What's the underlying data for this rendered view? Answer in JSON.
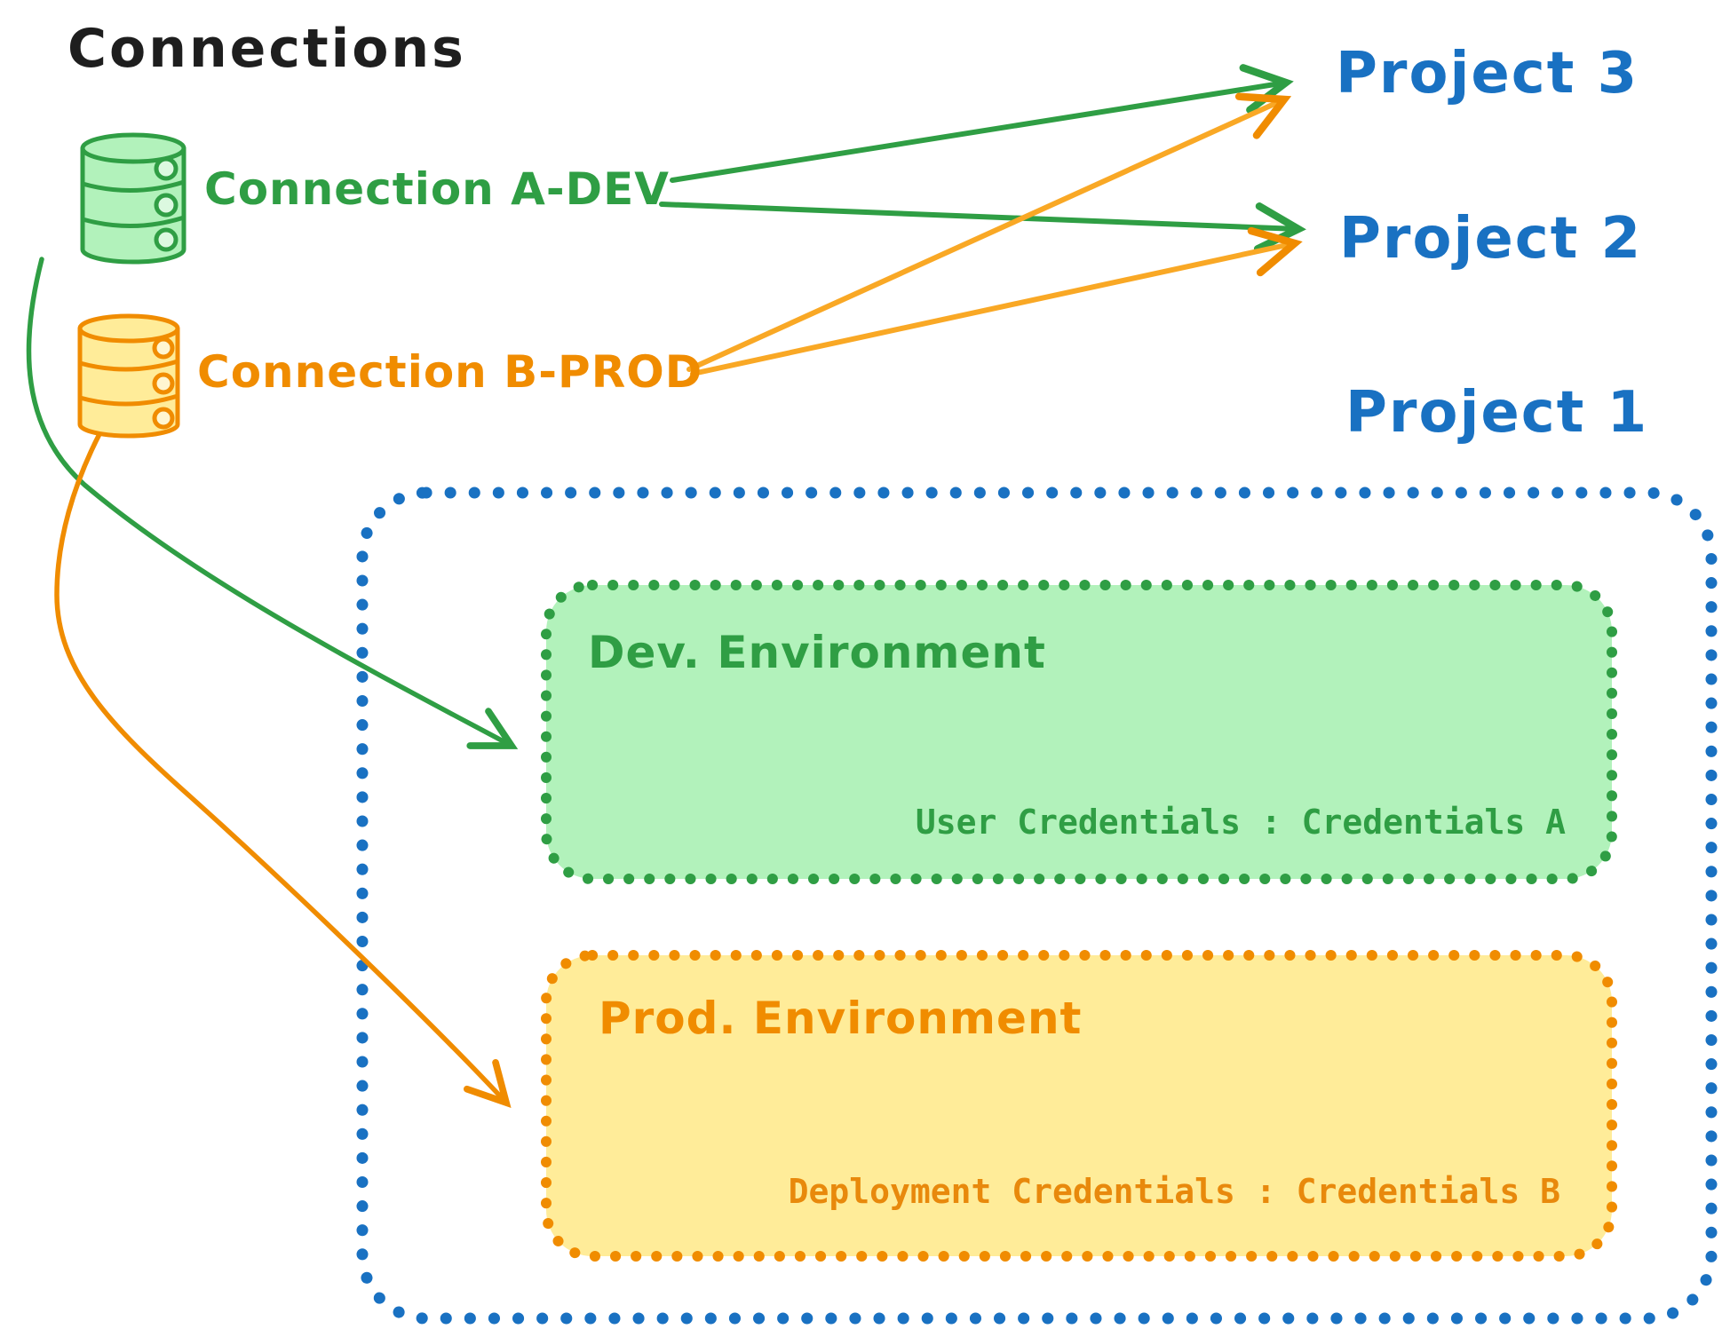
{
  "diagram_title": "Connections",
  "colors": {
    "black": "#1e1e1e",
    "blue": "#1971c2",
    "green": "#2f9e44",
    "green_fill": "#b2f2bb",
    "orange": "#f08c00",
    "yellow_fill": "#ffec99"
  },
  "connections": [
    {
      "label": "Connection A-DEV",
      "icon": "database-cylinder-icon",
      "color": "#2f9e44"
    },
    {
      "label": "Connection B-PROD",
      "icon": "database-cylinder-icon",
      "color": "#f08c00"
    }
  ],
  "projects": [
    {
      "label": "Project 3"
    },
    {
      "label": "Project 2"
    },
    {
      "label": "Project 1"
    }
  ],
  "project1": {
    "environments": [
      {
        "title": "Dev. Environment",
        "credentials": "User Credentials : Credentials A",
        "stroke": "#2f9e44",
        "fill": "#b2f2bb"
      },
      {
        "title": "Prod. Environment",
        "credentials": "Deployment Credentials : Credentials B",
        "stroke": "#f08c00",
        "fill": "#ffec99"
      }
    ]
  },
  "edges": [
    {
      "from": "Connection A-DEV",
      "to": "Project 3",
      "color": "#2f9e44",
      "style": "straight-arrow"
    },
    {
      "from": "Connection A-DEV",
      "to": "Project 2",
      "color": "#2f9e44",
      "style": "straight-arrow"
    },
    {
      "from": "Connection B-PROD",
      "to": "Project 3",
      "color": "#f08c00",
      "style": "straight-arrow"
    },
    {
      "from": "Connection B-PROD",
      "to": "Project 2",
      "color": "#f08c00",
      "style": "straight-arrow"
    },
    {
      "from": "Connection A-DEV",
      "to": "Dev. Environment",
      "color": "#2f9e44",
      "style": "curved-arrow"
    },
    {
      "from": "Connection B-PROD",
      "to": "Prod. Environment",
      "color": "#f08c00",
      "style": "curved-arrow"
    }
  ]
}
